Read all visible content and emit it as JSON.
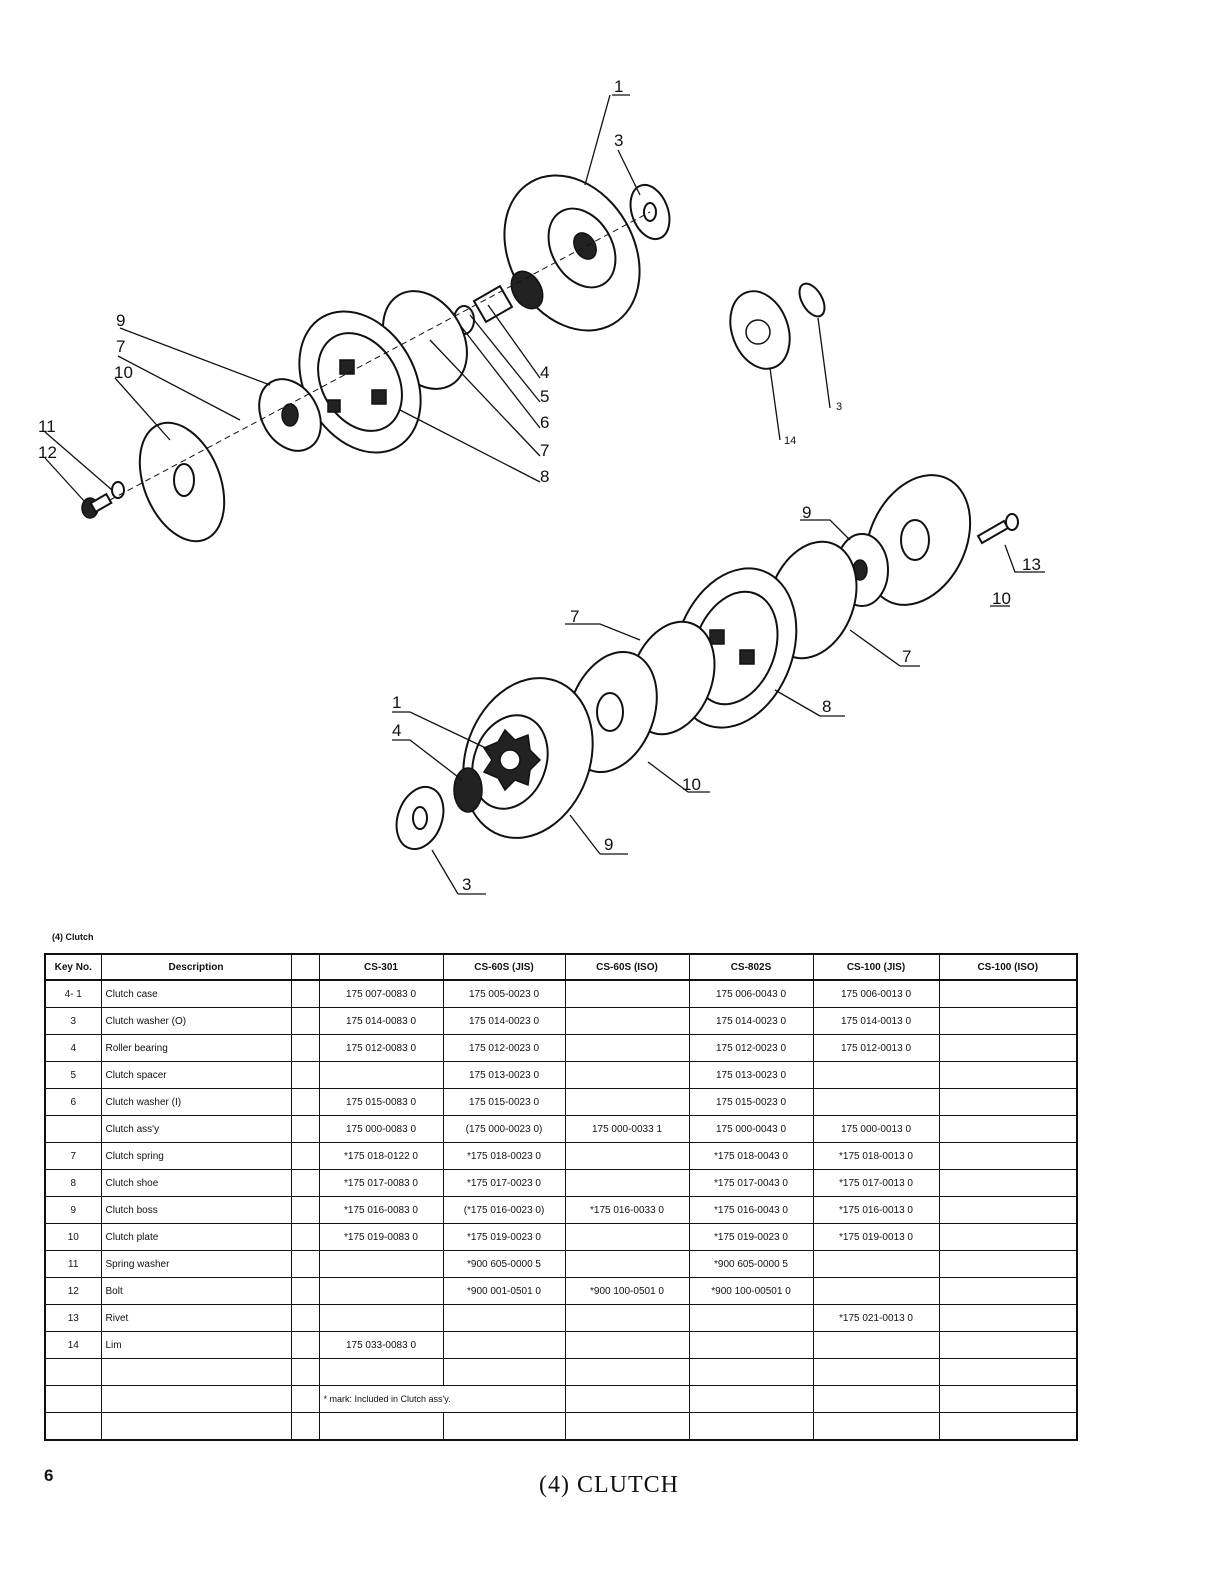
{
  "diagram": {
    "callouts_top": [
      "1",
      "3",
      "9",
      "7",
      "10",
      "11",
      "12",
      "4",
      "5",
      "6",
      "7",
      "8",
      "14",
      "3"
    ],
    "callouts_bottom": [
      "9",
      "13",
      "10",
      "7",
      "7",
      "8",
      "1",
      "4",
      "10",
      "9",
      "3"
    ]
  },
  "table": {
    "section_title": "(4)  Clutch",
    "headers": [
      "Key No.",
      "Description",
      "CS-301",
      "CS-60S (JIS)",
      "CS-60S (ISO)",
      "CS-802S",
      "CS-100 (JIS)",
      "CS-100 (ISO)"
    ],
    "rows": [
      {
        "key": "4- 1",
        "desc": "Clutch case",
        "cs301": "175 007-0083 0",
        "cs60s_jis": "175 005-0023 0",
        "cs60s_iso": "",
        "cs802s": "175 006-0043 0",
        "cs100_jis": "175 006-0013 0",
        "cs100_iso": ""
      },
      {
        "key": "3",
        "desc": "Clutch washer (O)",
        "cs301": "175 014-0083 0",
        "cs60s_jis": "175 014-0023 0",
        "cs60s_iso": "",
        "cs802s": "175 014-0023 0",
        "cs100_jis": "175 014-0013 0",
        "cs100_iso": ""
      },
      {
        "key": "4",
        "desc": "Roller bearing",
        "cs301": "175 012-0083 0",
        "cs60s_jis": "175 012-0023 0",
        "cs60s_iso": "",
        "cs802s": "175 012-0023 0",
        "cs100_jis": "175 012-0013 0",
        "cs100_iso": ""
      },
      {
        "key": "5",
        "desc": "Clutch spacer",
        "cs301": "",
        "cs60s_jis": "175 013-0023 0",
        "cs60s_iso": "",
        "cs802s": "175 013-0023 0",
        "cs100_jis": "",
        "cs100_iso": ""
      },
      {
        "key": "6",
        "desc": "Clutch washer (I)",
        "cs301": "175 015-0083 0",
        "cs60s_jis": "175 015-0023 0",
        "cs60s_iso": "",
        "cs802s": "175 015-0023 0",
        "cs100_jis": "",
        "cs100_iso": ""
      },
      {
        "key": "",
        "desc": "Clutch ass'y",
        "cs301": "175 000-0083 0",
        "cs60s_jis": "(175 000-0023 0)",
        "cs60s_iso": "175 000-0033 1",
        "cs802s": "175 000-0043 0",
        "cs100_jis": "175 000-0013 0",
        "cs100_iso": ""
      },
      {
        "key": "7",
        "desc": "Clutch spring",
        "cs301": "*175 018-0122 0",
        "cs60s_jis": "*175 018-0023 0",
        "cs60s_iso": "",
        "cs802s": "*175 018-0043 0",
        "cs100_jis": "*175 018-0013 0",
        "cs100_iso": ""
      },
      {
        "key": "8",
        "desc": "Clutch shoe",
        "cs301": "*175 017-0083 0",
        "cs60s_jis": "*175 017-0023 0",
        "cs60s_iso": "",
        "cs802s": "*175 017-0043 0",
        "cs100_jis": "*175 017-0013 0",
        "cs100_iso": ""
      },
      {
        "key": "9",
        "desc": "Clutch boss",
        "cs301": "*175 016-0083 0",
        "cs60s_jis": "(*175 016-0023 0)",
        "cs60s_iso": "*175 016-0033 0",
        "cs802s": "*175 016-0043 0",
        "cs100_jis": "*175 016-0013 0",
        "cs100_iso": ""
      },
      {
        "key": "10",
        "desc": "Clutch plate",
        "cs301": "*175 019-0083 0",
        "cs60s_jis": "*175 019-0023 0",
        "cs60s_iso": "",
        "cs802s": "*175 019-0023 0",
        "cs100_jis": "*175 019-0013 0",
        "cs100_iso": ""
      },
      {
        "key": "11",
        "desc": "Spring washer",
        "cs301": "",
        "cs60s_jis": "*900 605-0000 5",
        "cs60s_iso": "",
        "cs802s": "*900 605-0000 5",
        "cs100_jis": "",
        "cs100_iso": ""
      },
      {
        "key": "12",
        "desc": "Bolt",
        "cs301": "",
        "cs60s_jis": "*900 001-0501 0",
        "cs60s_iso": "*900 100-0501 0",
        "cs802s": "*900 100-00501 0",
        "cs100_jis": "",
        "cs100_iso": ""
      },
      {
        "key": "13",
        "desc": "Rivet",
        "cs301": "",
        "cs60s_jis": "",
        "cs60s_iso": "",
        "cs802s": "",
        "cs100_jis": "*175 021-0013 0",
        "cs100_iso": ""
      },
      {
        "key": "14",
        "desc": "Lim",
        "cs301": "175 033-0083 0",
        "cs60s_jis": "",
        "cs60s_iso": "",
        "cs802s": "",
        "cs100_jis": "",
        "cs100_iso": ""
      }
    ],
    "note": "* mark:  Included  in  Clutch  ass'y."
  },
  "page_number": "6",
  "caption": "(4)    CLUTCH"
}
